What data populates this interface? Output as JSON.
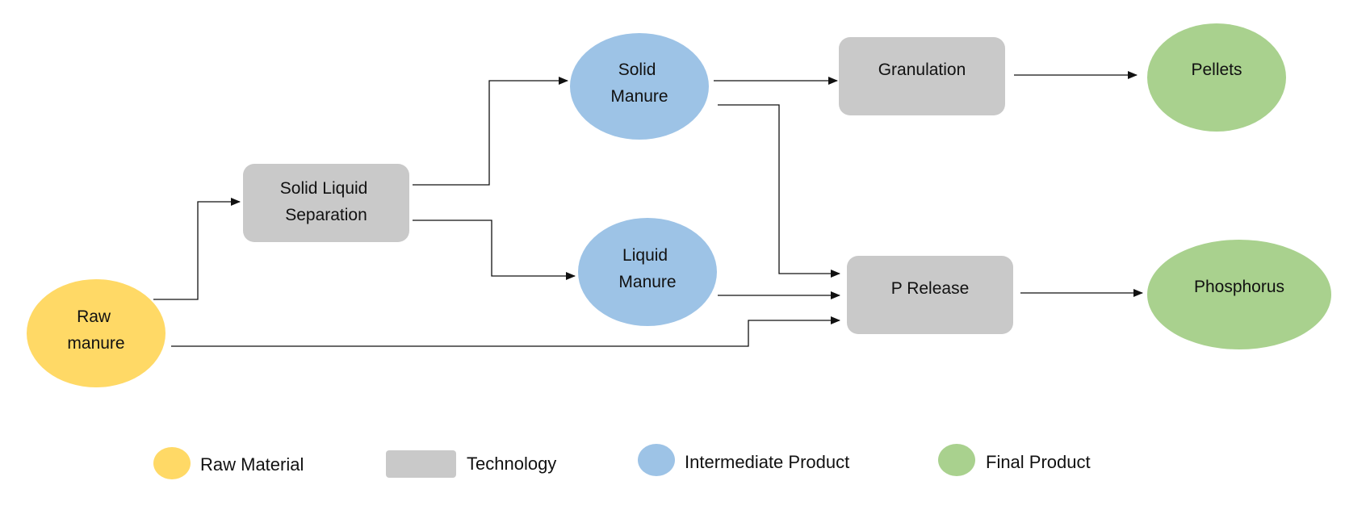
{
  "colors": {
    "raw": "#FFD966",
    "technology": "#C9C9C9",
    "intermediate": "#9DC3E6",
    "final": "#A9D18E"
  },
  "nodes": {
    "raw_manure": {
      "lines": [
        "Raw",
        "manure"
      ],
      "kind": "raw"
    },
    "separation": {
      "lines": [
        "Solid Liquid",
        "Separation"
      ],
      "kind": "technology"
    },
    "solid_manure": {
      "lines": [
        "Solid",
        "Manure"
      ],
      "kind": "intermediate"
    },
    "liquid_manure": {
      "lines": [
        "Liquid",
        "Manure"
      ],
      "kind": "intermediate"
    },
    "granulation": {
      "lines": [
        "Granulation"
      ],
      "kind": "technology"
    },
    "p_release": {
      "lines": [
        "P Release"
      ],
      "kind": "technology"
    },
    "pellets": {
      "lines": [
        "Pellets"
      ],
      "kind": "final"
    },
    "phosphorus": {
      "lines": [
        "Phosphorus"
      ],
      "kind": "final"
    }
  },
  "edges": [
    {
      "from": "raw_manure",
      "to": "separation"
    },
    {
      "from": "separation",
      "to": "solid_manure"
    },
    {
      "from": "separation",
      "to": "liquid_manure"
    },
    {
      "from": "solid_manure",
      "to": "granulation"
    },
    {
      "from": "granulation",
      "to": "pellets"
    },
    {
      "from": "solid_manure",
      "to": "p_release"
    },
    {
      "from": "liquid_manure",
      "to": "p_release"
    },
    {
      "from": "raw_manure",
      "to": "p_release"
    },
    {
      "from": "p_release",
      "to": "phosphorus"
    }
  ],
  "legend": [
    {
      "label": "Raw Material",
      "kind": "raw"
    },
    {
      "label": "Technology",
      "kind": "technology"
    },
    {
      "label": "Intermediate Product",
      "kind": "intermediate"
    },
    {
      "label": "Final Product",
      "kind": "final"
    }
  ]
}
